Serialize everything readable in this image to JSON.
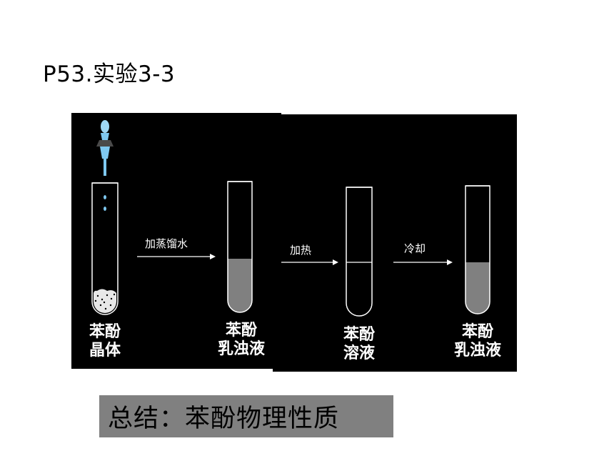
{
  "slide": {
    "title": "P53.实验3-3",
    "summary": "总结：苯酚物理性质"
  },
  "diagram": {
    "steps": [
      {
        "label_line1": "苯酚",
        "label_line2": "晶体"
      },
      {
        "label_line1": "苯酚",
        "label_line2": "乳浊液"
      },
      {
        "label_line1": "苯酚",
        "label_line2": "溶液"
      },
      {
        "label_line1": "苯酚",
        "label_line2": "乳浊液"
      }
    ],
    "arrows": [
      {
        "label": "加蒸馏水"
      },
      {
        "label": "加热"
      },
      {
        "label": "冷却"
      }
    ],
    "colors": {
      "background": "#000000",
      "liquid_gray": "#808080",
      "tube_outline": "#ffffff",
      "dropper_blue": "#7ec8f0"
    }
  }
}
